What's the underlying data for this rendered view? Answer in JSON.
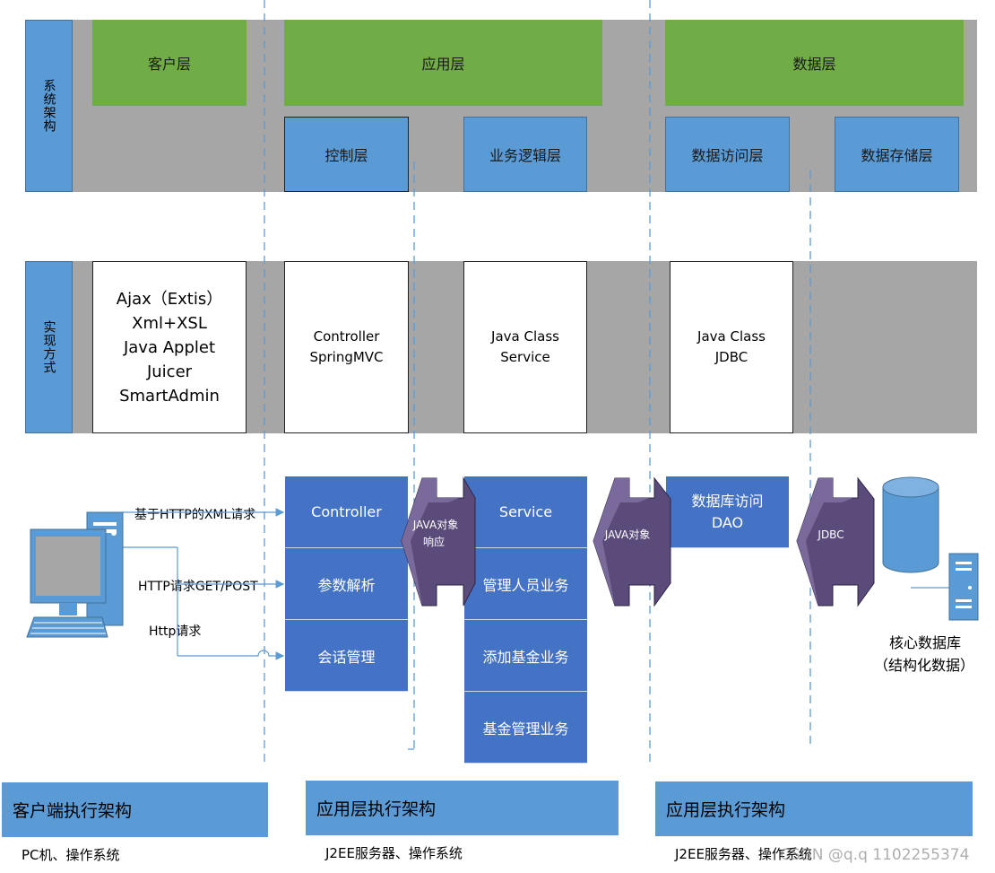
{
  "side_labels": {
    "system": "系统架构",
    "impl": "实现方式"
  },
  "layers": {
    "client": "客户层",
    "app": "应用层",
    "data": "数据层"
  },
  "sublayers": {
    "control": "控制层",
    "business": "业务逻辑层",
    "data_access": "数据访问层",
    "data_storage": "数据存储层"
  },
  "impl": {
    "client": [
      "Ajax（Extis）",
      "Xml+XSL",
      "Java Applet",
      "Juicer",
      "SmartAdmin"
    ],
    "controller": [
      "Controller",
      "SpringMVC"
    ],
    "service": [
      "Java Class",
      "Service"
    ],
    "dao": [
      "Java Class",
      "JDBC"
    ]
  },
  "requests": {
    "xml": "基于HTTP的XML请求",
    "getpost": "HTTP请求GET/POST",
    "http": "Http请求"
  },
  "controller_stack": [
    "Controller",
    "参数解析",
    "会话管理"
  ],
  "service_stack": [
    "Service",
    "管理人员业务",
    "添加基金业务",
    "基金管理业务"
  ],
  "dao_box": [
    "数据库访问",
    "DAO"
  ],
  "connectors": {
    "java_response": [
      "JAVA对象",
      "响应"
    ],
    "java_obj": "JAVA对象",
    "jdbc": "JDBC"
  },
  "database": {
    "label1": "核心数据库",
    "label2": "（结构化数据）"
  },
  "footer": {
    "client_title": "客户端执行架构",
    "client_sub": "PC机、操作系统",
    "app_title": "应用层执行架构",
    "app_sub": "J2EE服务器、操作系统",
    "data_title": "应用层执行架构",
    "data_sub": "J2EE服务器、操作系统"
  },
  "watermark": "CSDN @q.q 1102255374",
  "colors": {
    "band_gray": "#a6a6a6",
    "layer_green": "#70ad47",
    "blue": "#5b9bd5",
    "dark_blue": "#4472c4",
    "connector_purple": "#5b4b7a"
  }
}
